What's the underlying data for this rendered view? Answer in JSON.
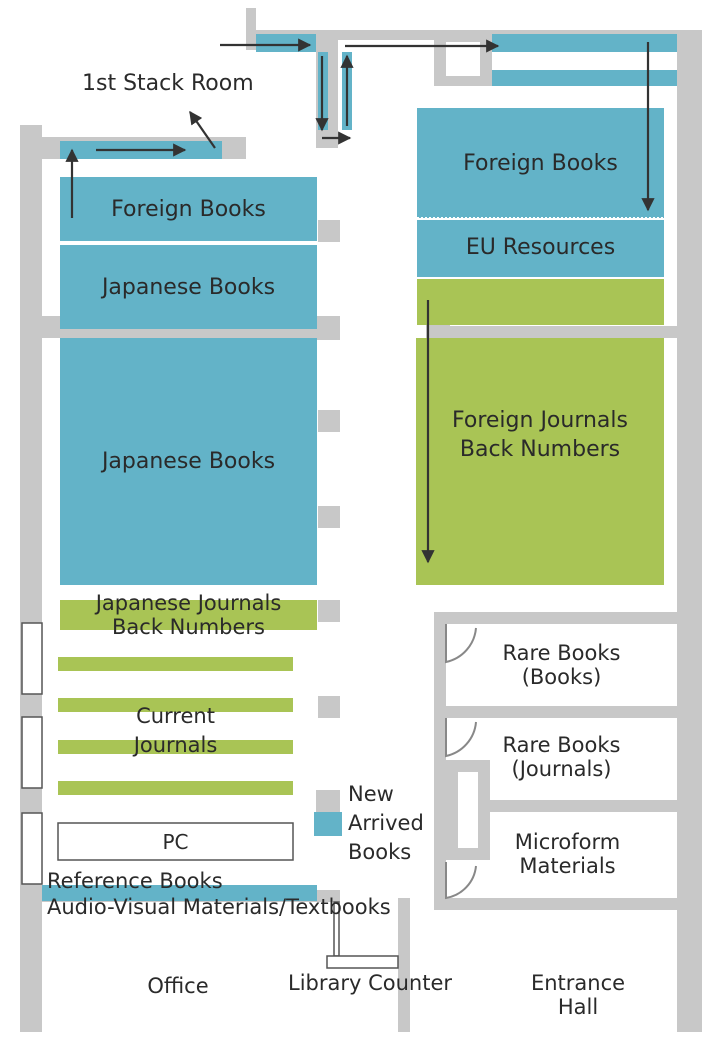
{
  "labels": {
    "stack_room": "1st Stack Room",
    "foreign_books_left": "Foreign Books",
    "japanese_books_upper": "Japanese Books",
    "japanese_books_lower": "Japanese Books",
    "japanese_journals_back": [
      "Japanese Journals",
      "Back Numbers"
    ],
    "current_journals": [
      "Current",
      "Journals"
    ],
    "pc": "PC",
    "reference_books": "Reference Books",
    "audio_visual": "Audio-Visual Materials/Textbooks",
    "foreign_books_right": "Foreign Books",
    "eu_resources": "EU Resources",
    "foreign_journals_back": [
      "Foreign Journals",
      "Back Numbers"
    ],
    "rare_books_books": [
      "Rare Books",
      "(Books)"
    ],
    "rare_books_journals": [
      "Rare Books",
      "(Journals)"
    ],
    "microform": [
      "Microform",
      "Materials"
    ],
    "new_arrived": [
      "New",
      "Arrived",
      "Books"
    ],
    "office": "Office",
    "library_counter": "Library Counter",
    "entrance_hall": [
      "Entrance",
      "Hall"
    ]
  },
  "colors": {
    "wall": "#c8c8c8",
    "books_blue": "#63b3c8",
    "journals_green": "#a9c455",
    "arrow": "#333333",
    "text": "#2a2a2a"
  }
}
